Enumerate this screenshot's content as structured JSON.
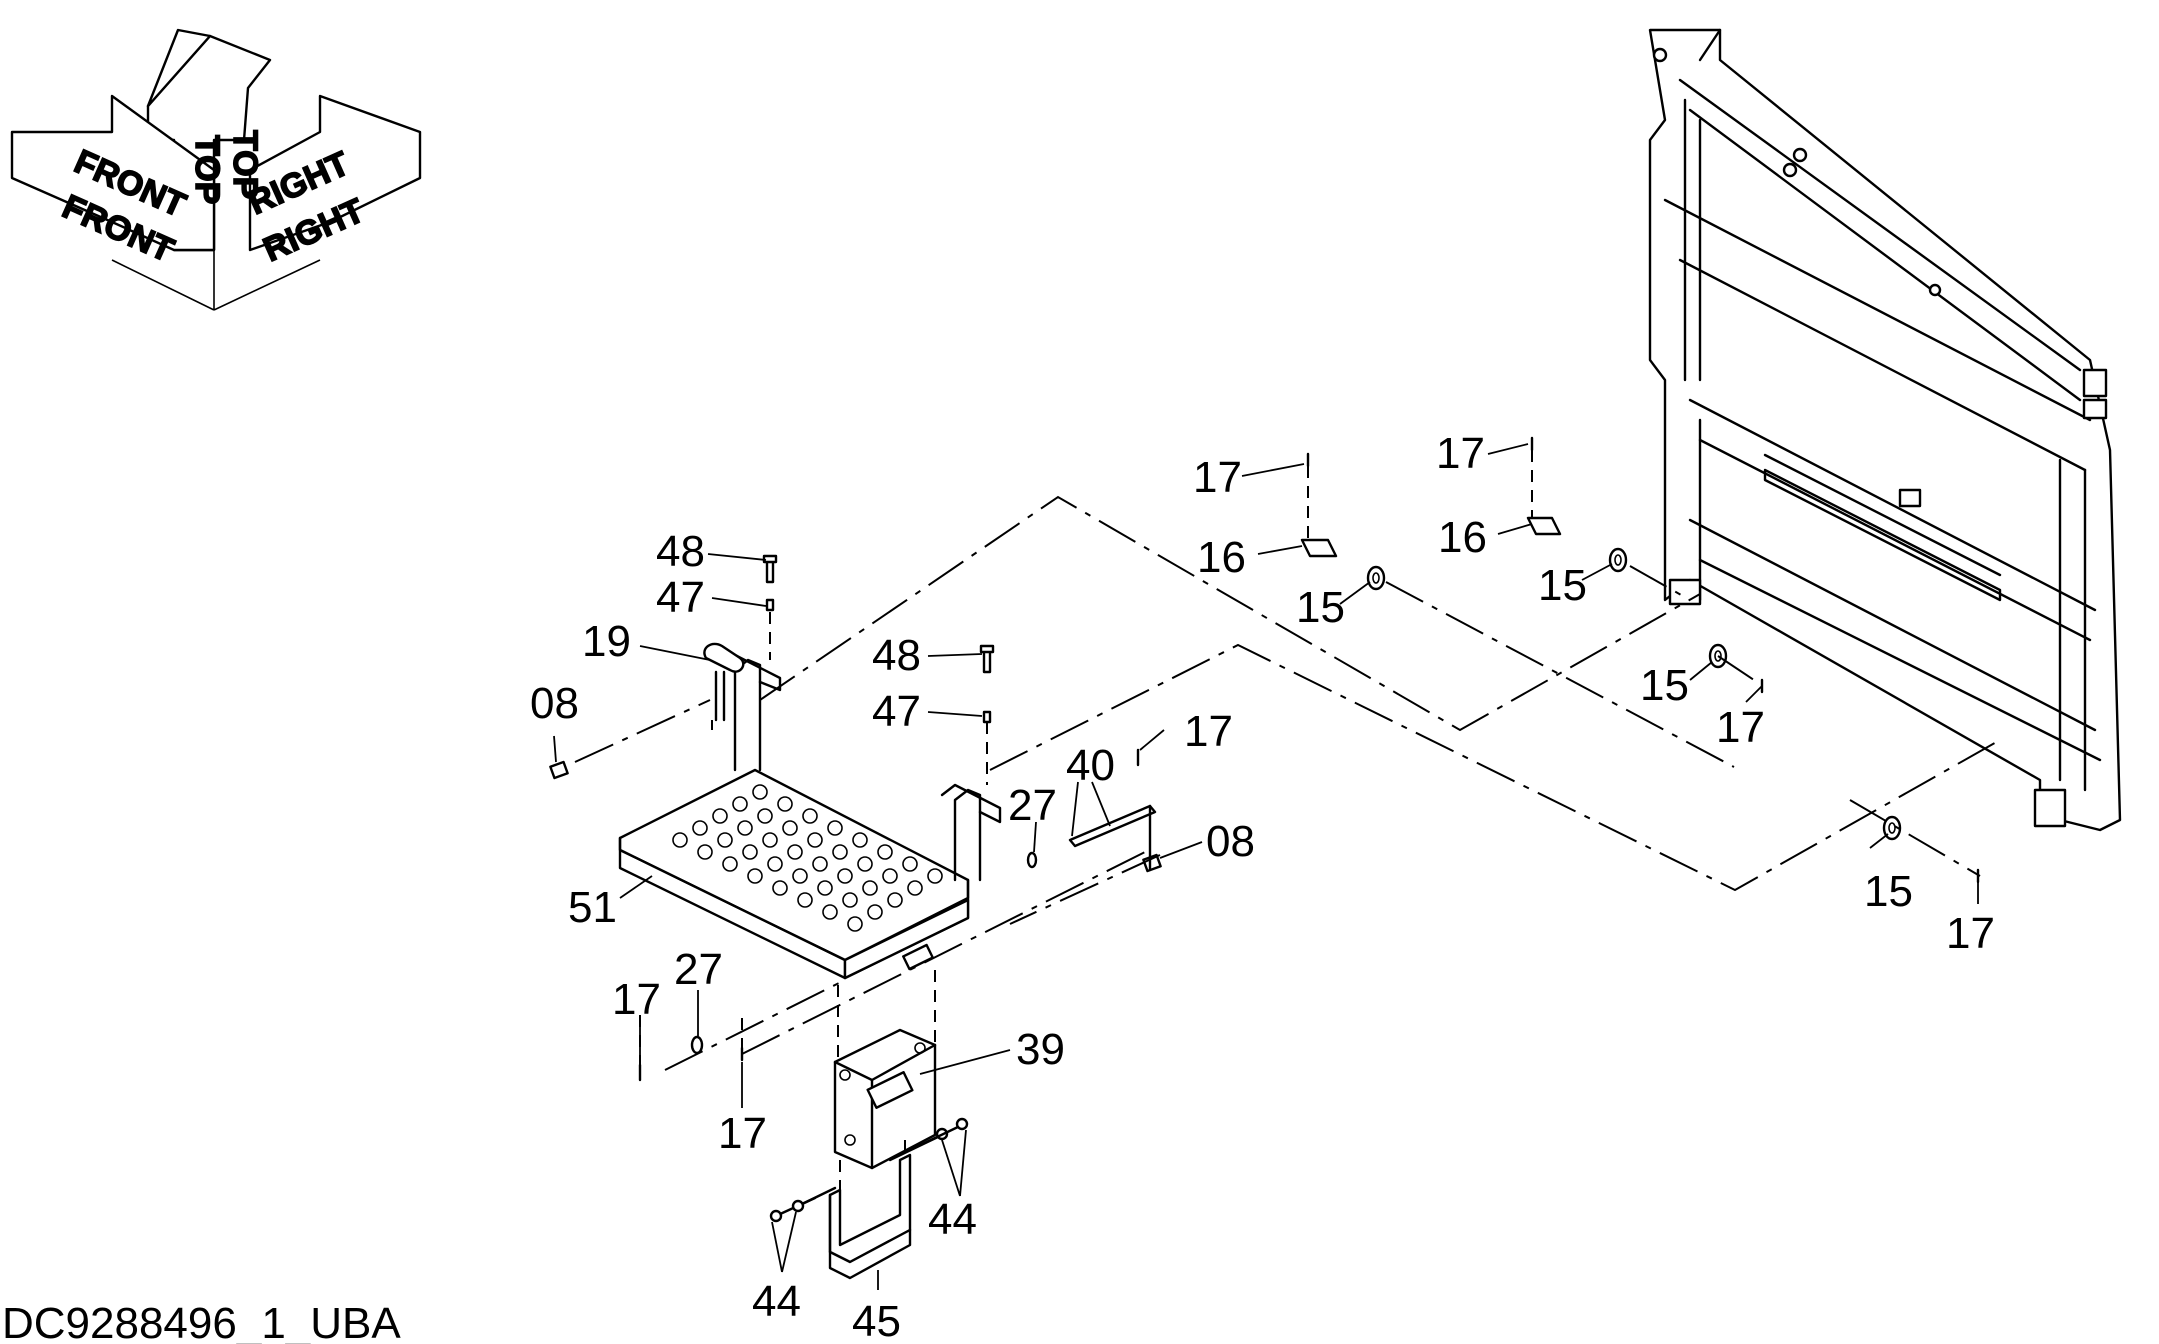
{
  "orientation": {
    "top_label": "TOP",
    "front_label": "FRONT",
    "right_label": "RIGHT"
  },
  "drawing_id": "DC9288496_1_UBA",
  "callouts": [
    {
      "id": "c-17-a",
      "text": "17"
    },
    {
      "id": "c-16-a",
      "text": "16"
    },
    {
      "id": "c-15-a",
      "text": "15"
    },
    {
      "id": "c-17-b",
      "text": "17"
    },
    {
      "id": "c-16-b",
      "text": "16"
    },
    {
      "id": "c-15-b",
      "text": "15"
    },
    {
      "id": "c-15-c",
      "text": "15"
    },
    {
      "id": "c-17-c",
      "text": "17"
    },
    {
      "id": "c-15-d",
      "text": "15"
    },
    {
      "id": "c-17-d",
      "text": "17"
    },
    {
      "id": "c-48-a",
      "text": "48"
    },
    {
      "id": "c-47-a",
      "text": "47"
    },
    {
      "id": "c-19",
      "text": "19"
    },
    {
      "id": "c-08-a",
      "text": "08"
    },
    {
      "id": "c-48-b",
      "text": "48"
    },
    {
      "id": "c-47-b",
      "text": "47"
    },
    {
      "id": "c-17-e",
      "text": "17"
    },
    {
      "id": "c-40",
      "text": "40"
    },
    {
      "id": "c-27-a",
      "text": "27"
    },
    {
      "id": "c-08-b",
      "text": "08"
    },
    {
      "id": "c-51",
      "text": "51"
    },
    {
      "id": "c-17-f",
      "text": "17"
    },
    {
      "id": "c-27-b",
      "text": "27"
    },
    {
      "id": "c-39",
      "text": "39"
    },
    {
      "id": "c-17-g",
      "text": "17"
    },
    {
      "id": "c-44-a",
      "text": "44"
    },
    {
      "id": "c-44-b",
      "text": "44"
    },
    {
      "id": "c-45",
      "text": "45"
    }
  ]
}
